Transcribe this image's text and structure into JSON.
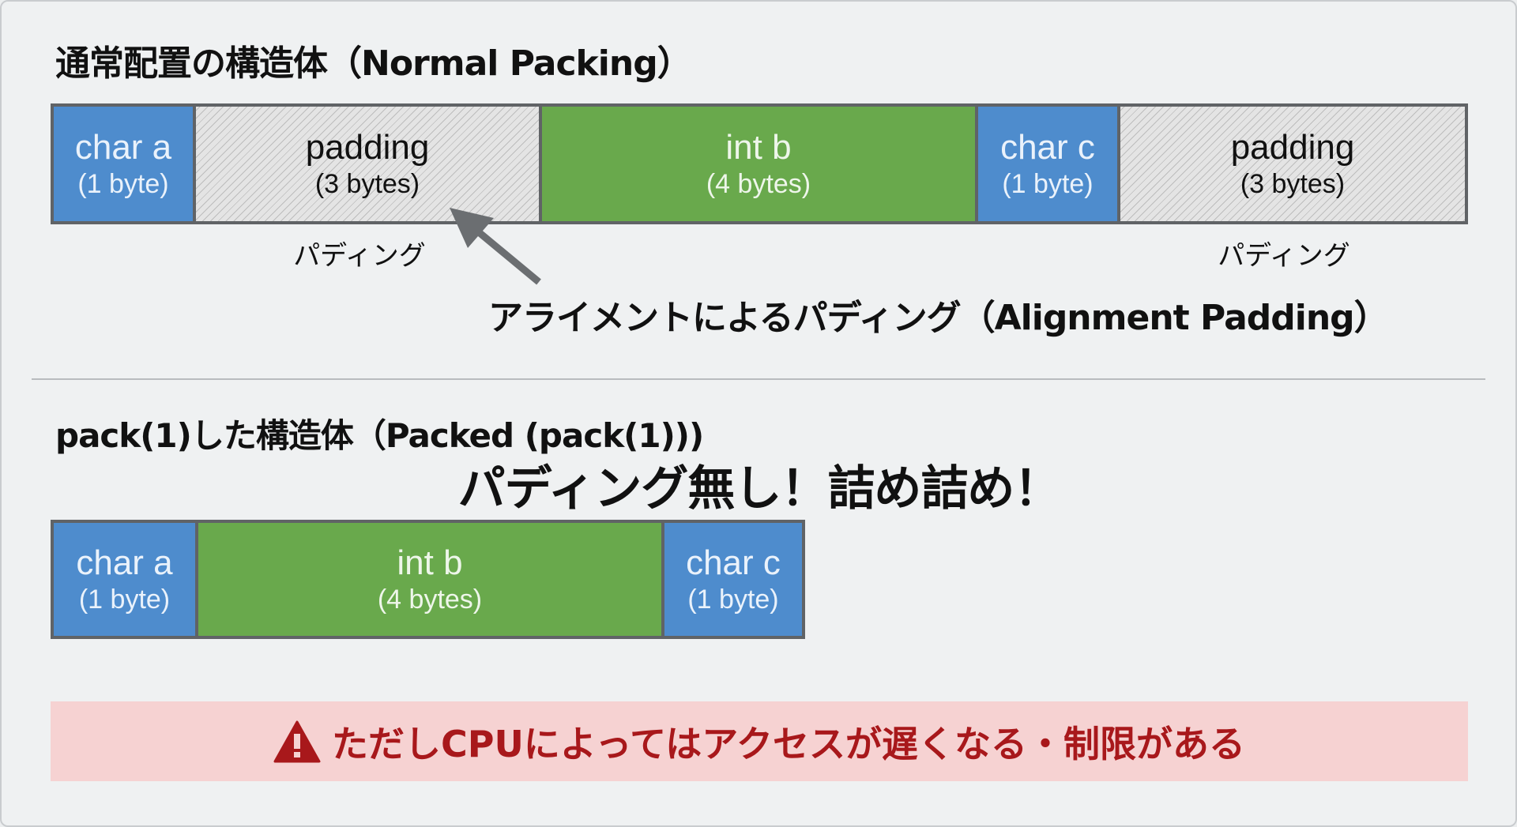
{
  "normal": {
    "title": "通常配置の構造体（Normal Packing）",
    "cells": [
      {
        "name": "char a",
        "size": "(1 byte)"
      },
      {
        "name": "padding",
        "size": "(3 bytes)"
      },
      {
        "name": "int b",
        "size": "(4 bytes)"
      },
      {
        "name": "char c",
        "size": "(1 byte)"
      },
      {
        "name": "padding",
        "size": "(3 bytes)"
      }
    ],
    "padding_label_1": "パディング",
    "padding_label_2": "パディング",
    "annotation": "アライメントによるパディング（Alignment Padding）"
  },
  "packed": {
    "title": "pack(1)した構造体（Packed (pack(1)))",
    "headline": "パディング無し！詰め詰め！",
    "cells": [
      {
        "name": "char a",
        "size": "(1 byte)"
      },
      {
        "name": "int b",
        "size": "(4 bytes)"
      },
      {
        "name": "char c",
        "size": "(1 byte)"
      }
    ]
  },
  "warning": {
    "icon": "warning-triangle-icon",
    "text": "ただしCPUによってはアクセスが遅くなる・制限がある"
  },
  "colors": {
    "char": "#4e8ccd",
    "int": "#69a94c",
    "warning_bg": "#f6d2d2",
    "warning_text": "#a8181b"
  }
}
